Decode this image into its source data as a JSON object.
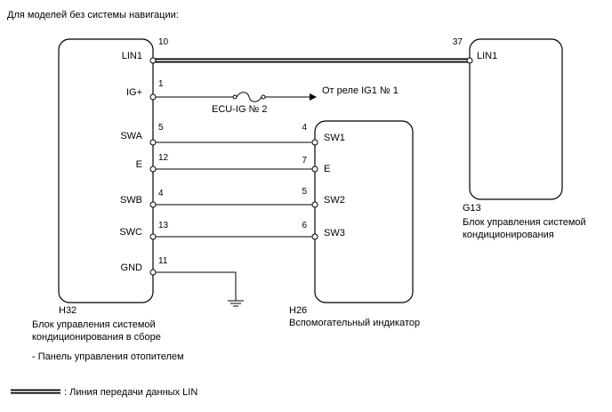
{
  "title": "Для моделей без системы навигации:",
  "h32": {
    "code": "H32",
    "desc1": "Блок управления системой",
    "desc2": "кондиционирования в сборе",
    "note": "- Панель управления отопителем",
    "pins": [
      {
        "name": "LIN1",
        "num": "10"
      },
      {
        "name": "IG+",
        "num": "1"
      },
      {
        "name": "SWA",
        "num": "5"
      },
      {
        "name": "E",
        "num": "12"
      },
      {
        "name": "SWB",
        "num": "4"
      },
      {
        "name": "SWC",
        "num": "13"
      },
      {
        "name": "GND",
        "num": "11"
      }
    ]
  },
  "h26": {
    "code": "H26",
    "desc": "Вспомогательный индикатор",
    "pins": [
      {
        "name": "SW1",
        "num": "4"
      },
      {
        "name": "E",
        "num": "7"
      },
      {
        "name": "SW2",
        "num": "5"
      },
      {
        "name": "SW3",
        "num": "6"
      }
    ]
  },
  "g13": {
    "code": "G13",
    "desc1": "Блок управления системой",
    "desc2": "кондиционирования",
    "pin": {
      "name": "LIN1",
      "num": "37"
    }
  },
  "fuse": {
    "label": "ECU-IG № 2"
  },
  "relay": {
    "label": "От реле IG1 № 1"
  },
  "legend": {
    "label": ": Линия передачи данных LIN"
  }
}
